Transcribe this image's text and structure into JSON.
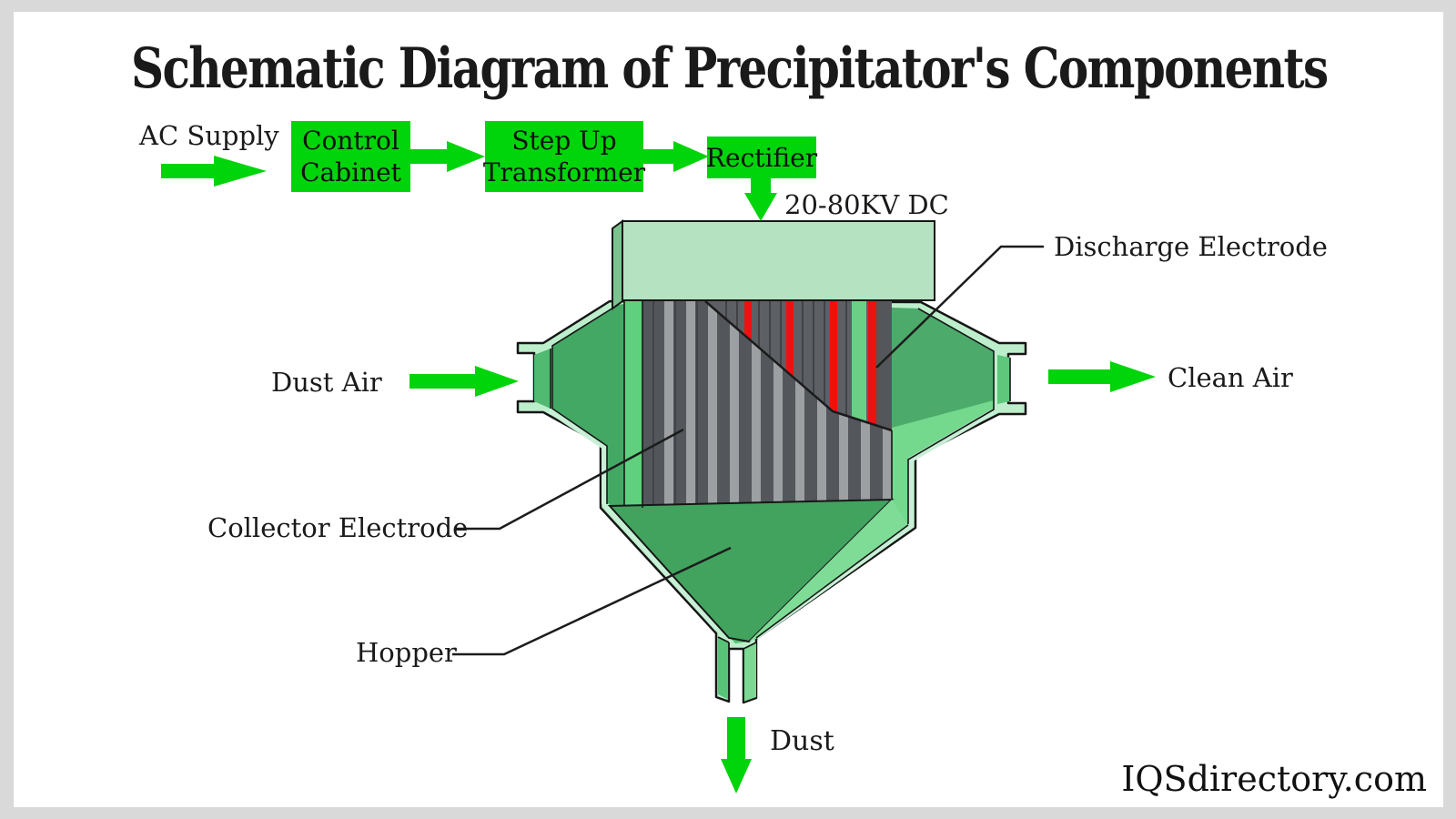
{
  "title": "Schematic Diagram of Precipitator's Components",
  "flow": {
    "ac_supply_label": "AC Supply",
    "boxes": [
      {
        "label": "Control Cabinet"
      },
      {
        "label": "Step Up Transformer"
      },
      {
        "label": "Rectifier"
      }
    ],
    "dc_output_label": "20-80KV DC"
  },
  "machine_labels": {
    "discharge_electrode": "Discharge Electrode",
    "dust_air": "Dust Air",
    "clean_air": "Clean Air",
    "collector_electrode": "Collector Electrode",
    "hopper": "Hopper",
    "dust": "Dust"
  },
  "watermark": "IQSdirectory.com",
  "colors": {
    "bright_green": "#00d40a",
    "housing_mint": "#bdeecb",
    "housing_medium_green": "#55c274",
    "housing_dark_green": "#44a865",
    "housing_light_green": "#66d584",
    "lid_pale_green": "#b5e3c2",
    "lid_side_green": "#7cc48f",
    "hopper_face_green": "#42a35f",
    "plate_dark_gray": "#53575b",
    "plate_light_gray": "#9da0a3",
    "discharge_electrode_red": "#ee1111",
    "frame_gray": "#d9d9d9",
    "text_black": "#1a1a1a"
  }
}
